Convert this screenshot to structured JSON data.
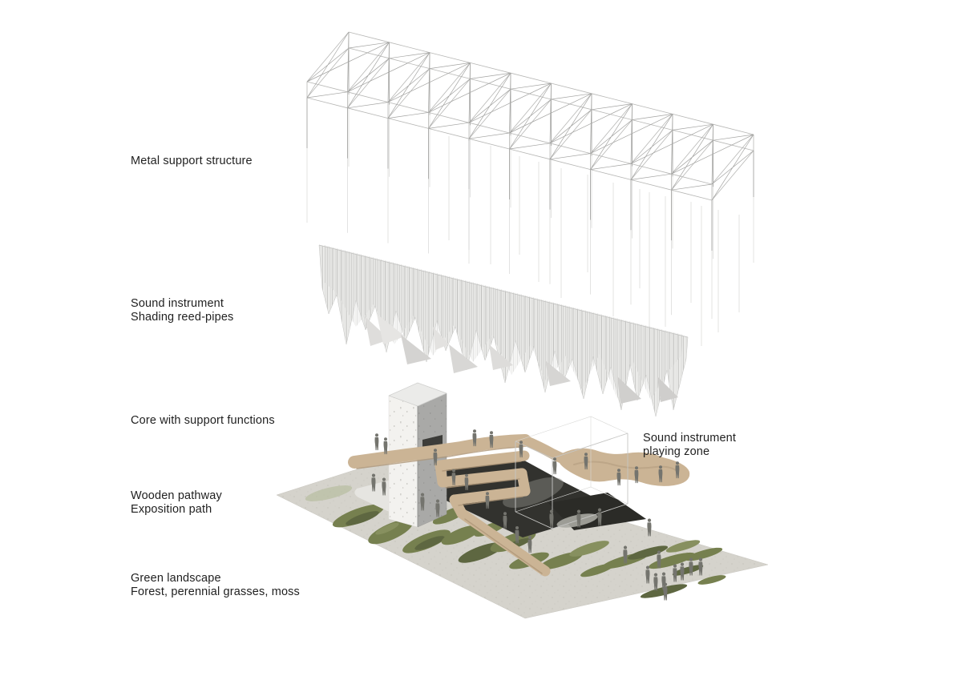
{
  "diagram": {
    "type": "exploded-axonometric-architecture-diagram",
    "labels": [
      {
        "id": "metal-support-structure",
        "lines": [
          "Metal support structure",
          ""
        ]
      },
      {
        "id": "sound-instrument-shading",
        "lines": [
          "Sound instrument",
          "Shading reed-pipes"
        ]
      },
      {
        "id": "core-with-support-functions",
        "lines": [
          "Core with support functions",
          ""
        ]
      },
      {
        "id": "wooden-pathway",
        "lines": [
          "Wooden pathway",
          "Exposition path"
        ]
      },
      {
        "id": "green-landscape",
        "lines": [
          "Green landscape",
          "Forest, perennial grasses, moss"
        ]
      },
      {
        "id": "sound-instrument-playing-zone",
        "lines": [
          "Sound instrument",
          "playing zone"
        ]
      }
    ],
    "colors": {
      "background": "#ffffff",
      "text": "#1f1f1f",
      "ground": "#d5d3cc",
      "ground_speckle": "#c4c2ba",
      "green_dark": "#5e6741",
      "green_mid": "#76804f",
      "wood": "#cbb495",
      "wood_edge": "#ae9678",
      "shadow_dark": "#32322e",
      "pool_dark": "#2b2b27",
      "tower_white": "#f3f2ef",
      "tower_gray": "#a9a9a7",
      "tower_window": "#3c3c39",
      "structure_line": "#b7b7b5",
      "pipes_light": "#f0f0ee",
      "box_line": "#c6c6c4",
      "person": "#74746e"
    }
  }
}
